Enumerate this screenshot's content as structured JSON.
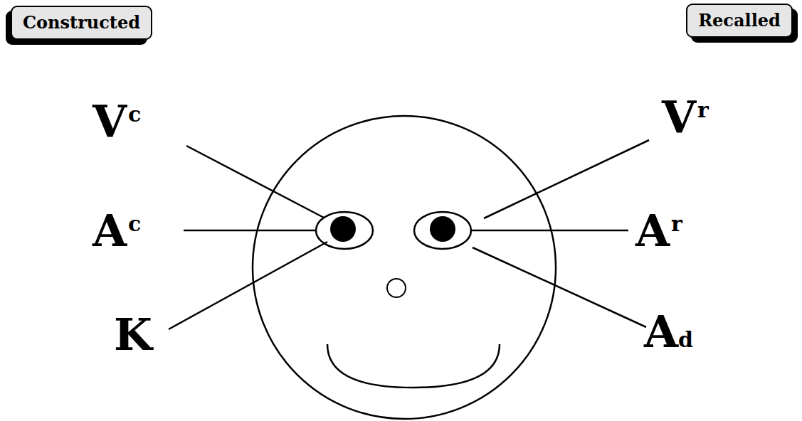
{
  "diagram": {
    "nodes": [
      {
        "text": [
          "Constructed"
        ]
      },
      {
        "text": [
          "Recalled"
        ]
      }
    ],
    "labels": [
      "Vc",
      "Ac",
      "K",
      "Vr",
      "Ar",
      "Ad"
    ]
  }
}
